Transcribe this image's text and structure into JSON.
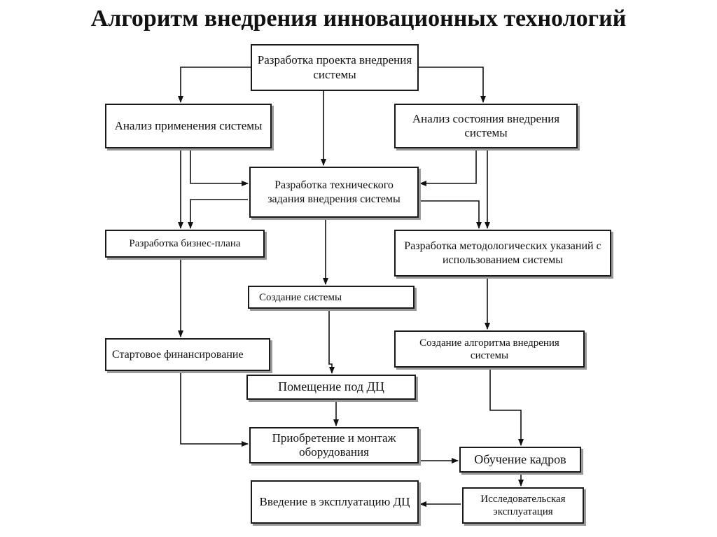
{
  "title": "Алгоритм внедрения инновационных технологий",
  "boxes": {
    "project": "Разработка проекта внедрения системы",
    "analysis_use": "Анализ применения системы",
    "analysis_state": "Анализ состояния внедрения системы",
    "tech_task": "Разработка технического задания внедрения системы",
    "business_plan": "Разработка бизнес-плана",
    "method_guidelines": "Разработка методологических указаний с использованием системы",
    "create_system": "Создание системы",
    "start_funding": "Стартовое финансирование",
    "create_algorithm": "Создание алгоритма внедрения системы",
    "dc_premises": "Помещение под ДЦ",
    "equipment": "Приобретение и монтаж оборудования",
    "staff_training": "Обучение кадров",
    "dc_operation": "Введение в эксплуатацию ДЦ",
    "research_operation": "Исследовательская эксплуатация"
  }
}
